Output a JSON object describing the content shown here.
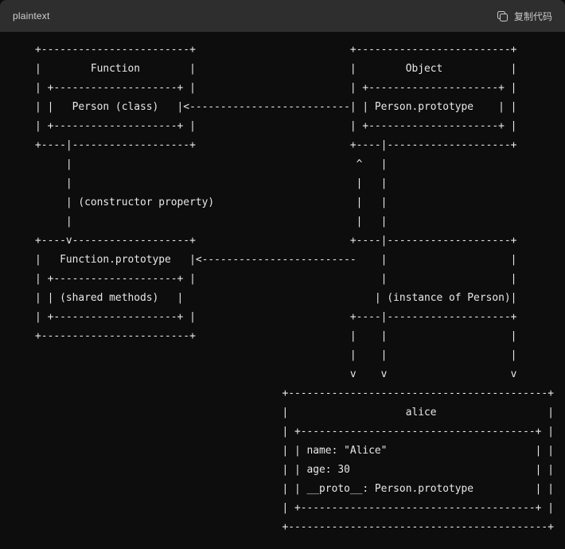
{
  "header": {
    "language_label": "plaintext",
    "copy_button": "复制代码",
    "copy_icon": "copy-icon"
  },
  "colors": {
    "header_bg": "#2e2e2e",
    "body_bg": "#0d0d0d",
    "header_label": "#d1d1d1",
    "copy_text": "#c9c9c9",
    "code_text": "#e8e8e8"
  },
  "code": {
    "lines": [
      "    +------------------------+                         +-------------------------+",
      "    |        Function        |                         |        Object           |",
      "    | +--------------------+ |                         | +---------------------+ |",
      "    | |   Person (class)   |<--------------------------| | Person.prototype    | |",
      "    | +--------------------+ |                         | +---------------------+ |",
      "    +----|-------------------+                         +----|--------------------+",
      "         |                                              ^   |",
      "         |                                              |   |",
      "         | (constructor property)                       |   |",
      "         |                                              |   |",
      "    +----v-------------------+                         +----|--------------------+",
      "    |   Function.prototype   |<-------------------------    |                    |",
      "    | +--------------------+ |                              |                    |",
      "    | | (shared methods)   |                               | (instance of Person)|",
      "    | +--------------------+ |                         +----|--------------------+",
      "    +------------------------+                         |    |                    |",
      "                                                       |    |                    |",
      "                                                       v    v                    v",
      "                                            +------------------------------------------+",
      "                                            |                   alice                  |",
      "                                            | +--------------------------------------+ |",
      "                                            | | name: \"Alice\"                        | |",
      "                                            | | age: 30                              | |",
      "                                            | | __proto__: Person.prototype          | |",
      "                                            | +--------------------------------------+ |",
      "                                            +------------------------------------------+"
    ]
  }
}
